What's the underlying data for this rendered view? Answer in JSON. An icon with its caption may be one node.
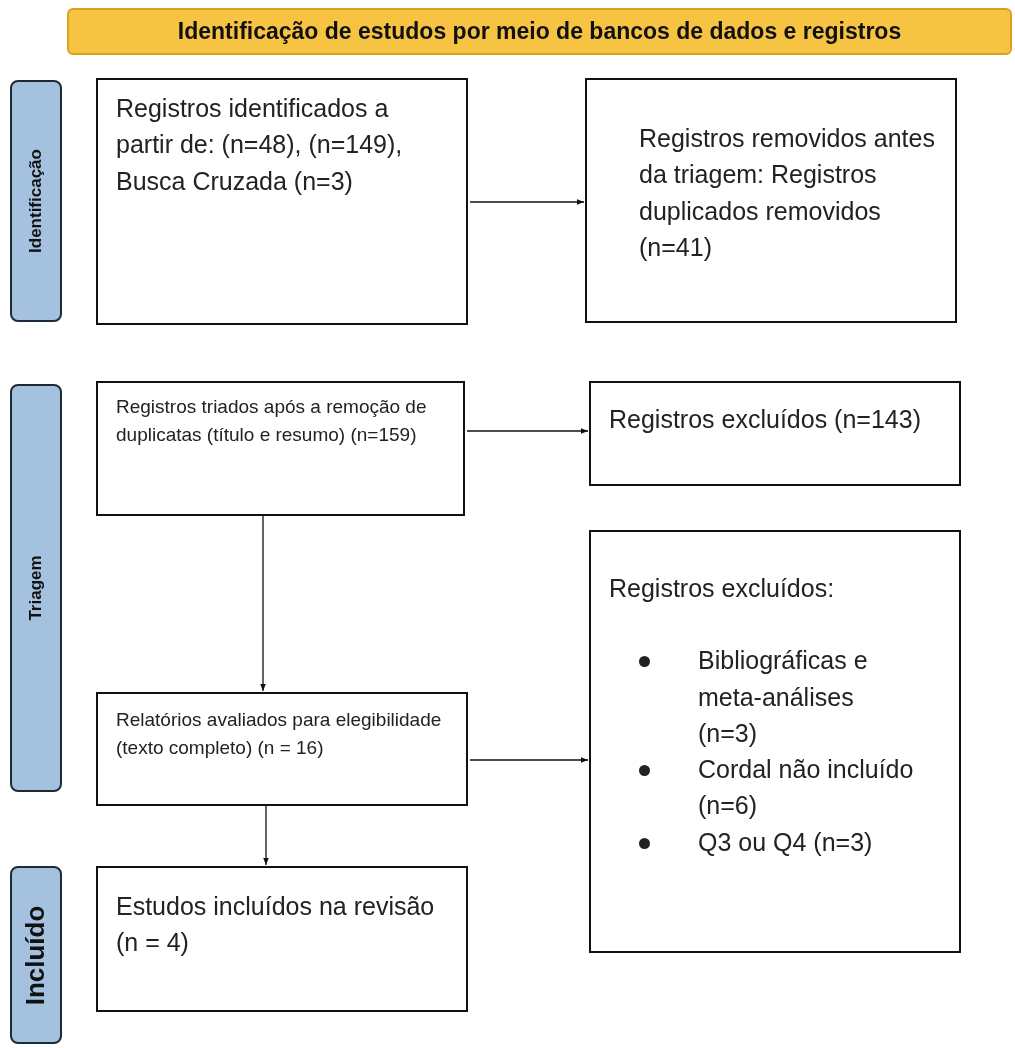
{
  "diagram": {
    "nodes": [
      {
        "text": [
          "Identificação de estudos por meio de bancos de dados e registros"
        ]
      },
      {
        "text": [
          "Identificação"
        ]
      },
      {
        "text": [
          "Triagem"
        ]
      },
      {
        "text": [
          "Incluído"
        ]
      },
      {
        "text": [
          "Registros identificados a partir de: (n=48), (n=149), Busca Cruzada (n=3)"
        ]
      },
      {
        "text": [
          "Registros removidos antes da triagem: Registros duplicados removidos (n=41)"
        ]
      },
      {
        "text": [
          "Registros triados após a remoção de duplicatas (título e resumo) (n=159)"
        ]
      },
      {
        "text": [
          "Registros excluídos (n=143)"
        ]
      },
      {
        "text": [
          "Relatórios avaliados para elegibilidade (texto completo) (n = 16)"
        ]
      },
      {
        "text": [
          "Registros excluídos:",
          "Bibliográficas e meta-análises (n=3)",
          "Cordal não incluído (n=6)",
          "Q3 ou Q4 (n=3)"
        ]
      },
      {
        "text": [
          "Estudos incluídos na revisão (n = 4)"
        ]
      }
    ],
    "edges": [
      {
        "from": 4,
        "to": 5,
        "arrow": "to"
      },
      {
        "from": 6,
        "to": 7,
        "arrow": "to"
      },
      {
        "from": 6,
        "to": 8,
        "arrow": "to"
      },
      {
        "from": 8,
        "to": 9,
        "arrow": "to"
      },
      {
        "from": 8,
        "to": 10,
        "arrow": "to"
      }
    ]
  }
}
